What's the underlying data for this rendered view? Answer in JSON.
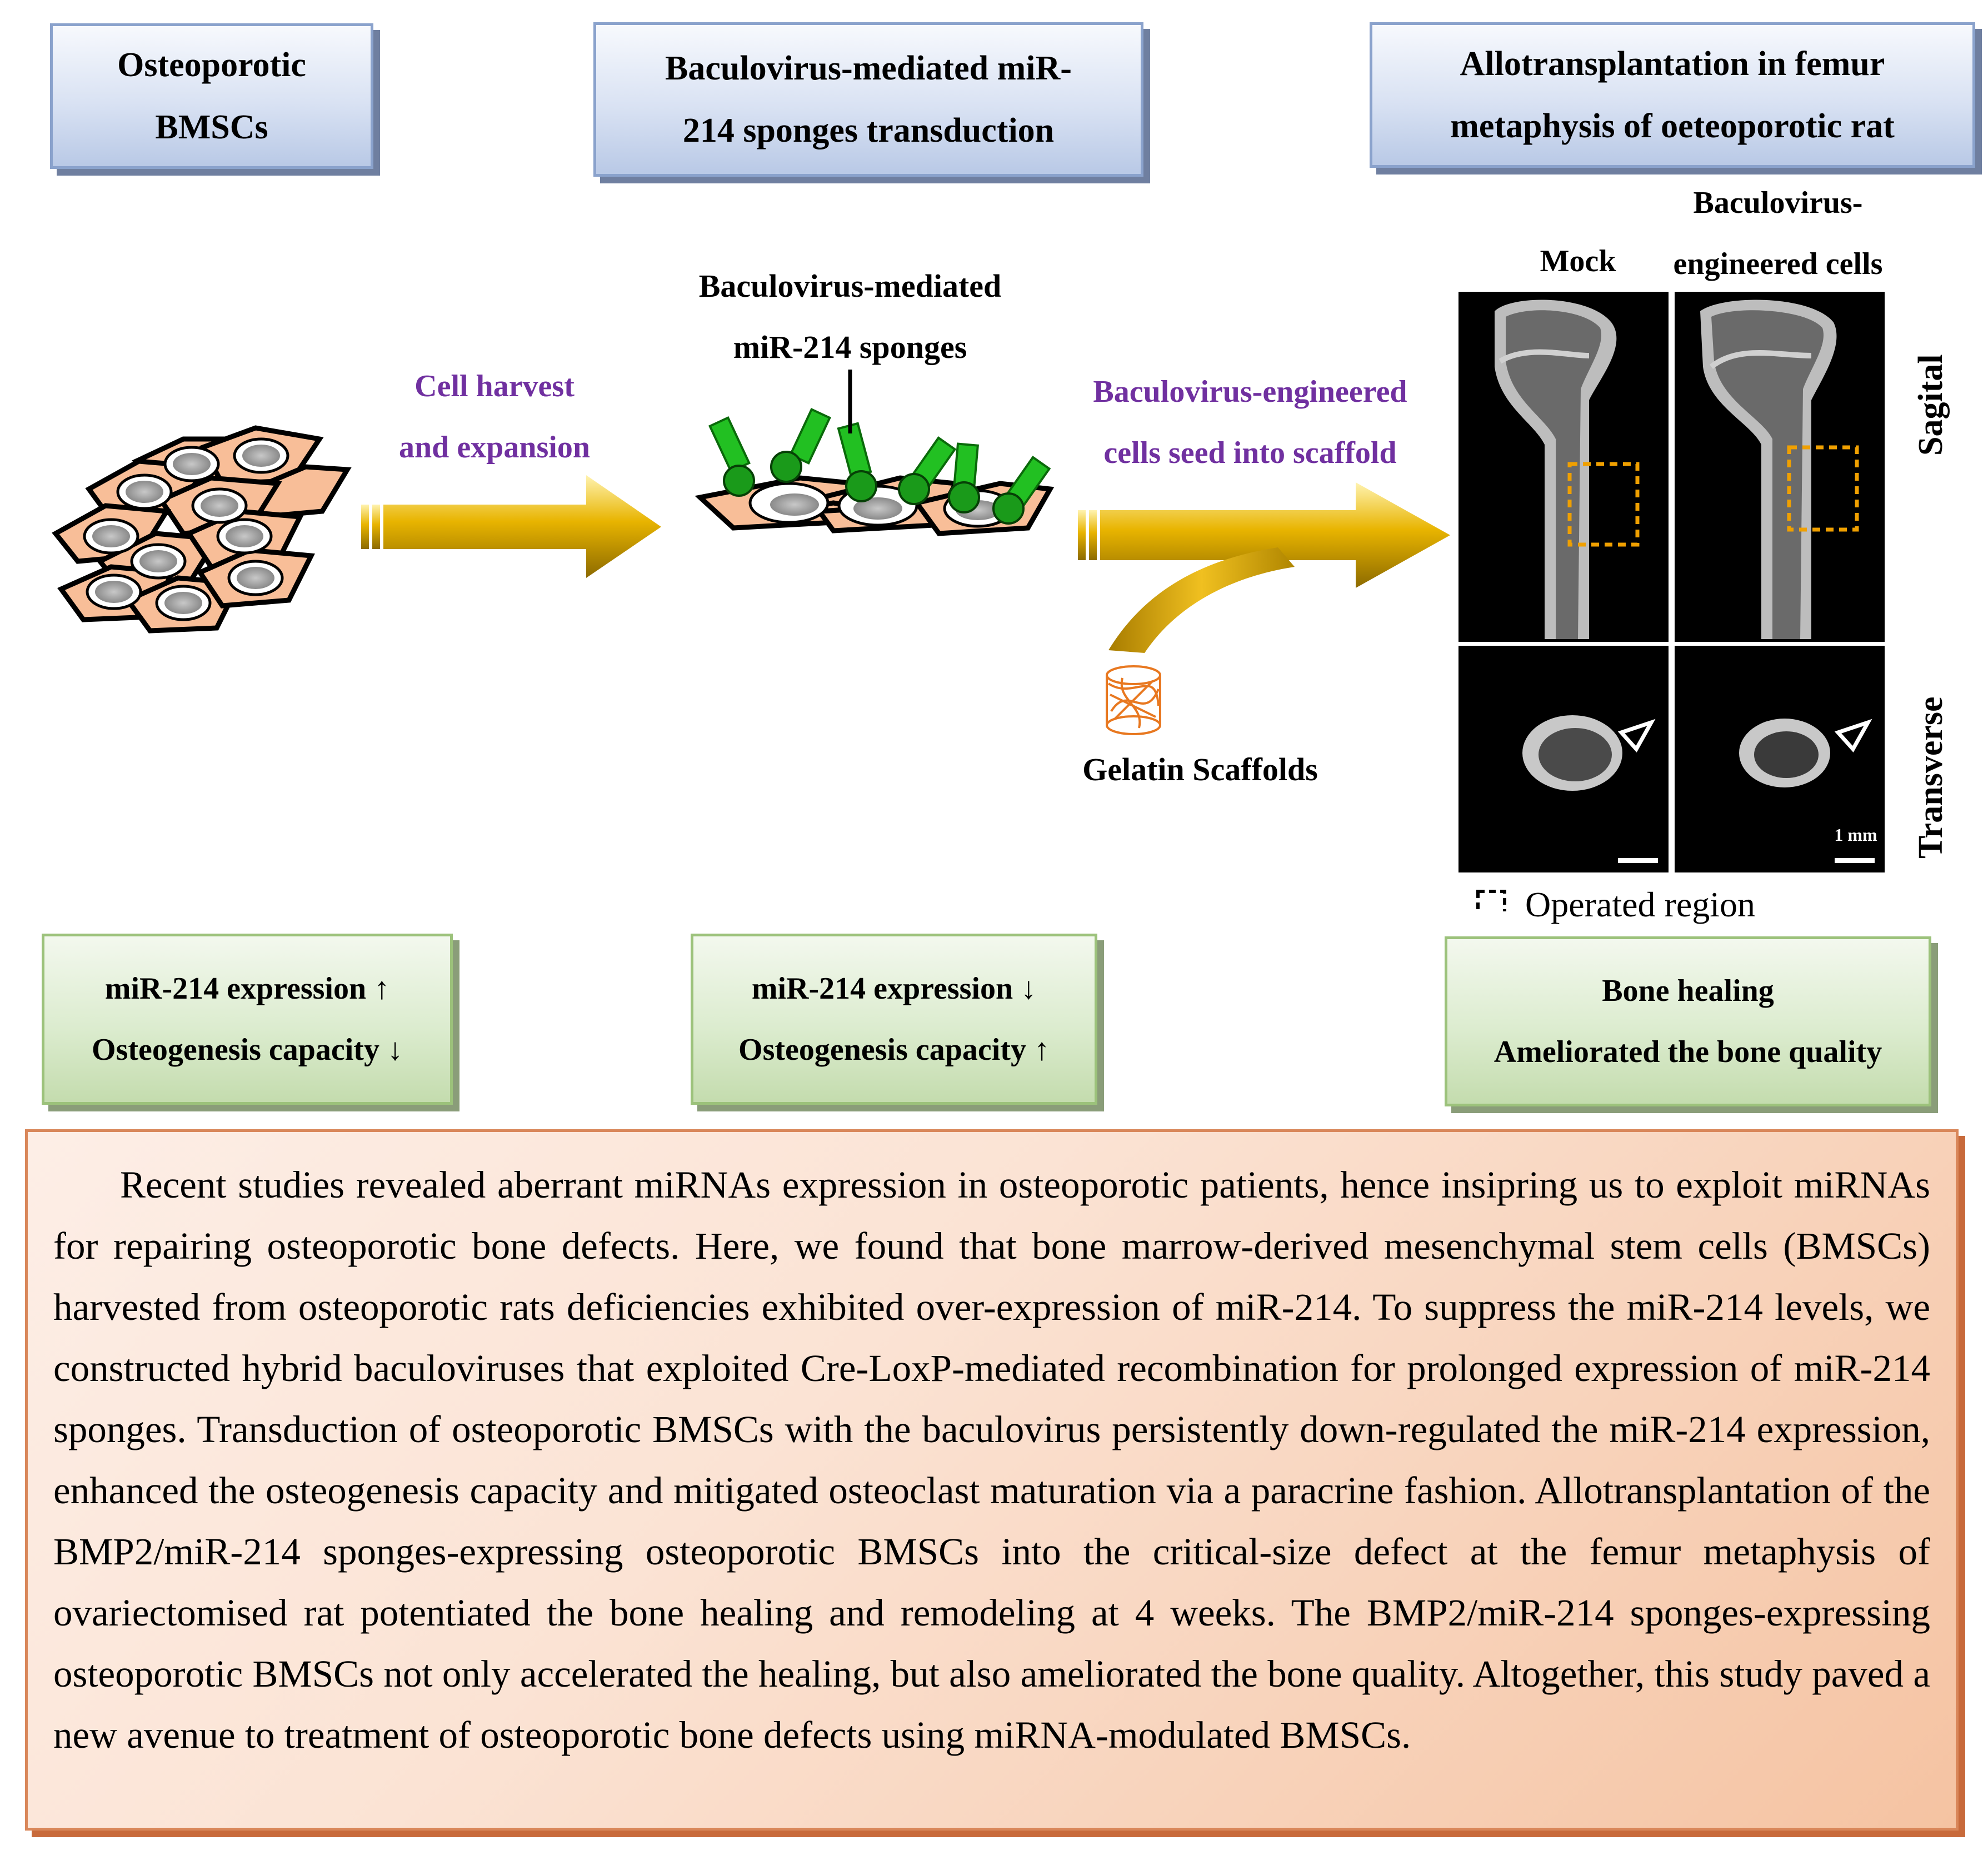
{
  "steps": [
    {
      "line1": "Osteoporotic",
      "line2": "BMSCs"
    },
    {
      "line1": "Baculovirus-mediated miR-",
      "line2": "214 sponges transduction"
    },
    {
      "line1": "Allotransplantation in femur",
      "line2": "metaphysis of oeteoporotic rat"
    }
  ],
  "arrows": {
    "a1": {
      "line1": "Cell harvest",
      "line2": "and expansion"
    },
    "a2": {
      "line1": "Baculovirus-engineered",
      "line2": "cells seed into scaffold"
    }
  },
  "sponge_label": {
    "line1": "Baculovirus-mediated",
    "line2": "miR-214 sponges"
  },
  "scaffold_label": "Gelatin Scaffolds",
  "micro_ct": {
    "col_mock": "Mock",
    "col_engineered_1": "Baculovirus-",
    "col_engineered_2": "engineered cells",
    "row_sagital": "Sagital",
    "row_transverse": "Transverse",
    "scale": "1 mm",
    "legend": "Operated region"
  },
  "outcomes": [
    {
      "line1": "miR-214 expression ↑",
      "line2": "Osteogenesis capacity ↓"
    },
    {
      "line1": "miR-214 expression ↓",
      "line2": "Osteogenesis capacity ↑"
    },
    {
      "line1": "Bone healing",
      "line2": "Ameliorated the bone quality"
    }
  ],
  "abstract": "Recent studies revealed aberrant miRNAs expression in osteoporotic patients, hence insipring us to exploit miRNAs for repairing osteoporotic bone defects. Here, we found that bone marrow-derived mesenchymal stem cells (BMSCs) harvested from osteoporotic rats deficiencies exhibited over-expression of miR-214. To suppress the miR-214 levels, we constructed hybrid baculoviruses that exploited Cre-LoxP-mediated recombination for prolonged expression of miR-214 sponges. Transduction of osteoporotic BMSCs with the baculovirus persistently down-regulated the miR-214 expression, enhanced the osteogenesis capacity and mitigated osteoclast maturation via a paracrine fashion. Allotransplantation of the BMP2/miR-214 sponges-expressing osteoporotic BMSCs into the critical-size defect at the femur metaphysis of ovariectomised rat potentiated the bone healing and remodeling at 4 weeks. The BMP2/miR-214 sponges-expressing osteoporotic BMSCs not only accelerated the healing, but also ameliorated the bone quality. Altogether, this study paved a new avenue to treatment of osteoporotic bone defects using miRNA-modulated BMSCs.",
  "colors": {
    "step_box": "#d9e2f3",
    "outcome_box": "#dceccf",
    "abstract_box": "#f8d5bf",
    "arrow_gold": "#e0a800",
    "label_purple": "#7030a0",
    "cell_fill": "#f8be98",
    "sponge_green": "#22c022",
    "roi_dash": "#f0a000"
  }
}
